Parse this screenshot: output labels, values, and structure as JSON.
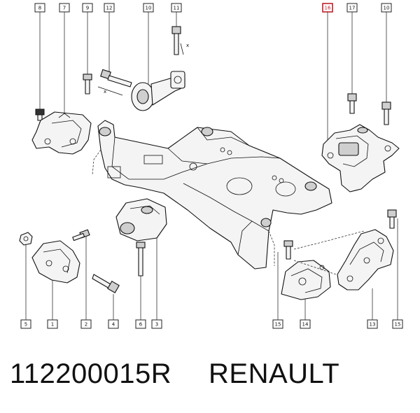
{
  "callouts": [
    {
      "id": "8",
      "label": "8"
    },
    {
      "id": "7",
      "label": "7"
    },
    {
      "id": "9",
      "label": "9"
    },
    {
      "id": "12",
      "label": "12"
    },
    {
      "id": "10a",
      "label": "10"
    },
    {
      "id": "11",
      "label": "11"
    },
    {
      "id": "16",
      "label": "16",
      "highlighted": true
    },
    {
      "id": "17",
      "label": "17"
    },
    {
      "id": "10b",
      "label": "10"
    },
    {
      "id": "5",
      "label": "5"
    },
    {
      "id": "1",
      "label": "1"
    },
    {
      "id": "2",
      "label": "2"
    },
    {
      "id": "4",
      "label": "4"
    },
    {
      "id": "6",
      "label": "6"
    },
    {
      "id": "3",
      "label": "3"
    },
    {
      "id": "15a",
      "label": "15"
    },
    {
      "id": "14",
      "label": "14"
    },
    {
      "id": "13",
      "label": "13"
    },
    {
      "id": "15b",
      "label": "15"
    }
  ],
  "dimension_labels": [
    "x",
    "x"
  ],
  "caption": {
    "part_number": "112200015R",
    "brand": "RENAULT"
  },
  "colors": {
    "highlight": "#c2202a",
    "line": "#111111"
  }
}
